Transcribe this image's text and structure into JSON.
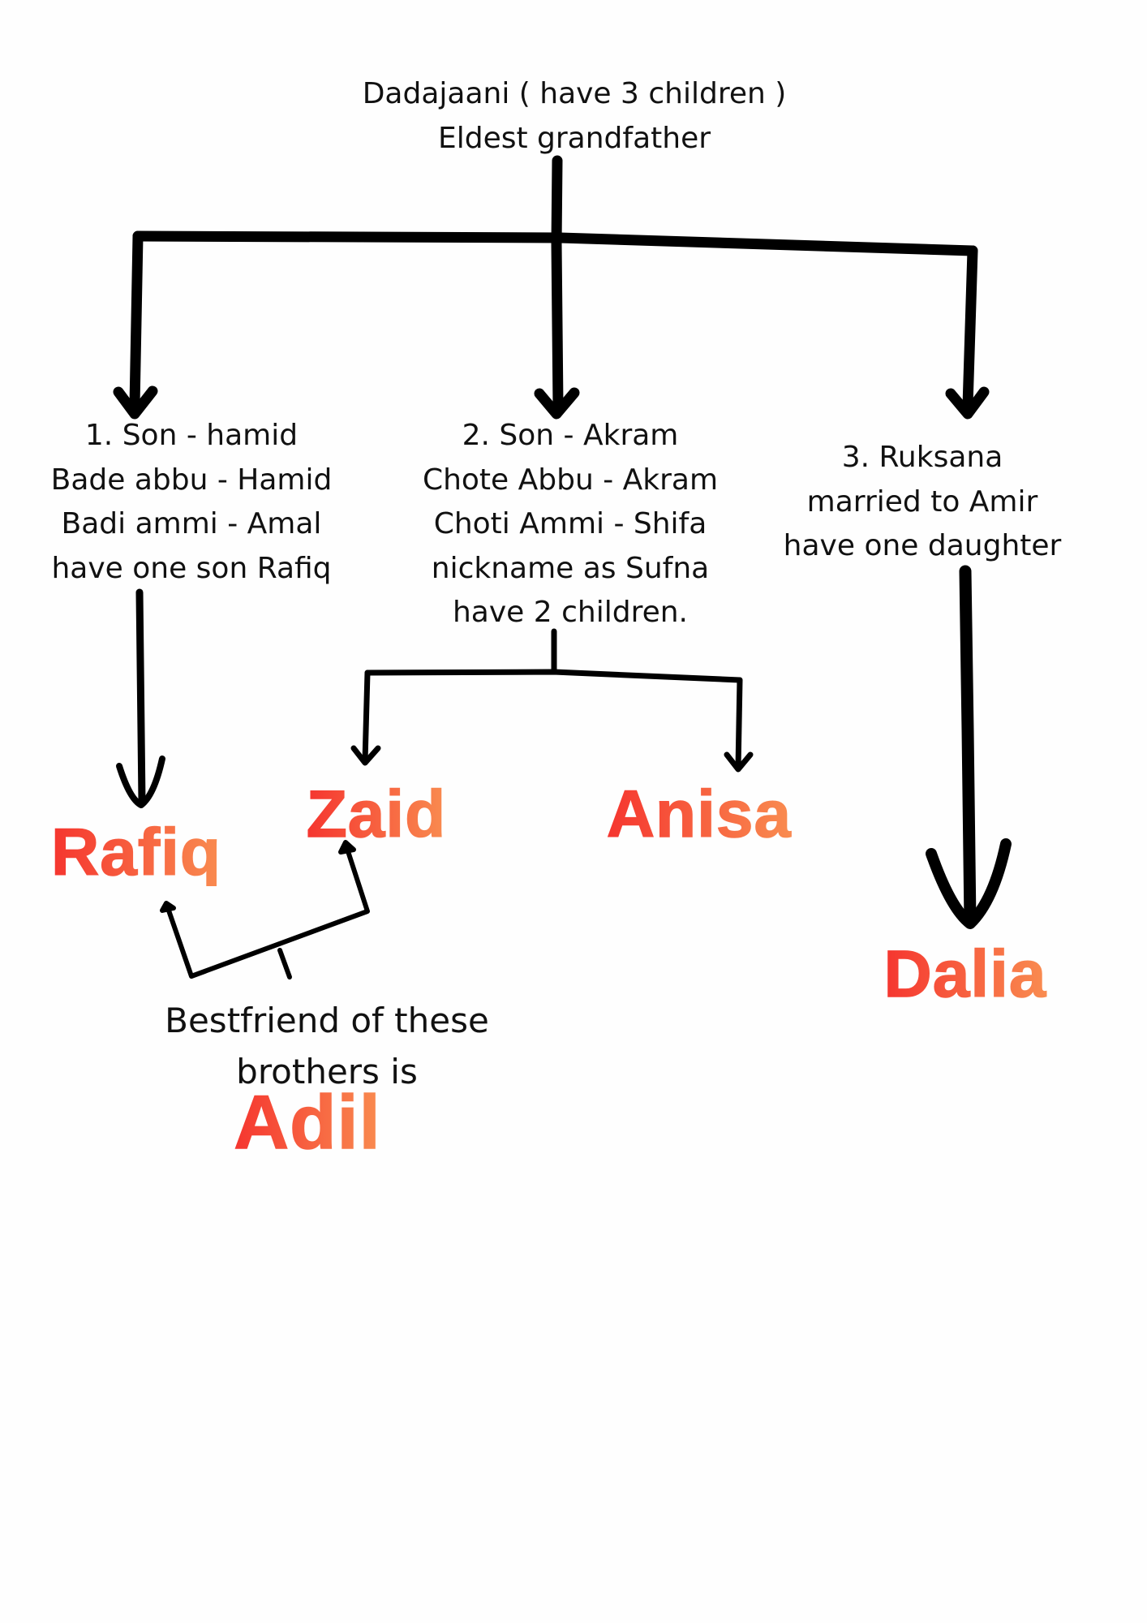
{
  "root": {
    "line1": "Dadajaani ( have 3 children )",
    "line2": "Eldest grandfather"
  },
  "child1": {
    "lines": [
      "1. Son - hamid",
      "Bade abbu - Hamid",
      "Badi ammi  - Amal",
      "have one son Rafiq"
    ]
  },
  "child2": {
    "lines": [
      "2. Son - Akram",
      "Chote Abbu - Akram",
      "Choti Ammi - Shifa",
      "nickname as Sufna",
      "have 2 children."
    ]
  },
  "child3": {
    "lines": [
      "3. Ruksana",
      "married to Amir",
      "have one daughter"
    ]
  },
  "grandchildren": {
    "rafiq": "Rafiq",
    "zaid": "Zaid",
    "anisa": "Anisa",
    "dalia": "Dalia"
  },
  "bestfriend": {
    "line1": "Bestfriend of these",
    "line2": "brothers is",
    "name": "Adil"
  },
  "colors": {
    "name_gradient_start": "#f5352f",
    "name_gradient_end": "#f98c50",
    "line": "#000000"
  }
}
